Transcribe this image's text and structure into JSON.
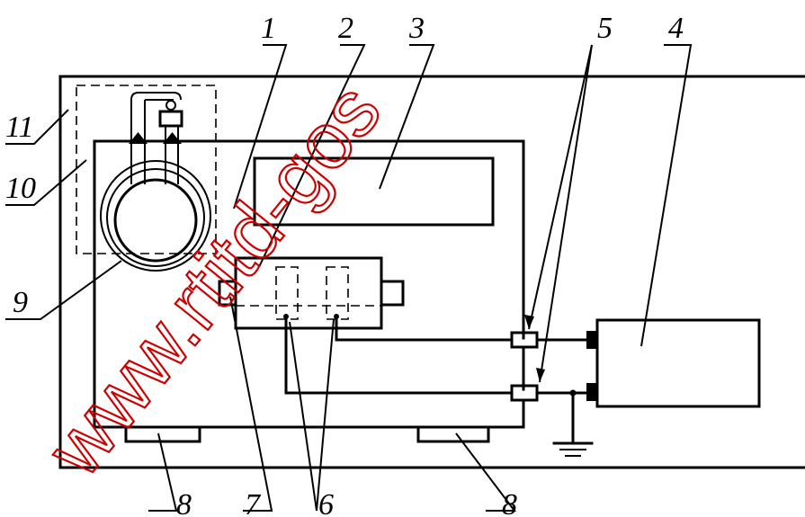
{
  "labels": {
    "l1": "1",
    "l2": "2",
    "l3": "3",
    "l4": "4",
    "l5": "5",
    "l6": "6",
    "l7": "7",
    "l8a": "8",
    "l8b": "8",
    "l9": "9",
    "l10": "10",
    "l11": "11"
  },
  "watermark": "www.rtitd-gos"
}
